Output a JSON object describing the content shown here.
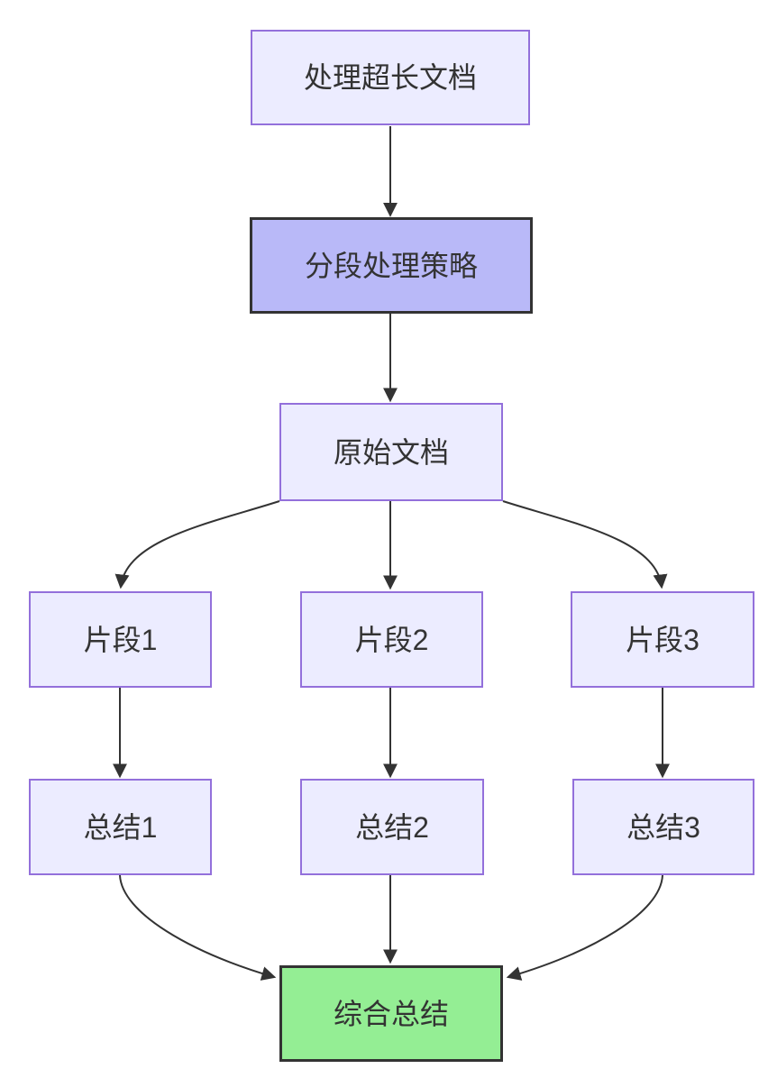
{
  "diagram": {
    "type": "flowchart",
    "direction": "top-down",
    "nodes": [
      {
        "id": "A",
        "label": "处理超长文档",
        "style": "default"
      },
      {
        "id": "B",
        "label": "分段处理策略",
        "style": "highlight"
      },
      {
        "id": "C",
        "label": "原始文档",
        "style": "default"
      },
      {
        "id": "D1",
        "label": "片段1",
        "style": "default"
      },
      {
        "id": "D2",
        "label": "片段2",
        "style": "default"
      },
      {
        "id": "D3",
        "label": "片段3",
        "style": "default"
      },
      {
        "id": "S1",
        "label": "总结1",
        "style": "default"
      },
      {
        "id": "S2",
        "label": "总结2",
        "style": "default"
      },
      {
        "id": "S3",
        "label": "总结3",
        "style": "default"
      },
      {
        "id": "F",
        "label": "综合总结",
        "style": "success"
      }
    ],
    "edges": [
      {
        "from": "A",
        "to": "B"
      },
      {
        "from": "B",
        "to": "C"
      },
      {
        "from": "C",
        "to": "D1"
      },
      {
        "from": "C",
        "to": "D2"
      },
      {
        "from": "C",
        "to": "D3"
      },
      {
        "from": "D1",
        "to": "S1"
      },
      {
        "from": "D2",
        "to": "S2"
      },
      {
        "from": "D3",
        "to": "S3"
      },
      {
        "from": "S1",
        "to": "F"
      },
      {
        "from": "S2",
        "to": "F"
      },
      {
        "from": "S3",
        "to": "F"
      }
    ]
  },
  "colors": {
    "node_fill": "#ececff",
    "node_border": "#9370db",
    "highlight_fill": "#b9b9f8",
    "highlight_border": "#333333",
    "success_fill": "#94ee94",
    "success_border": "#333333",
    "edge_line": "#333333",
    "text": "#333333",
    "background": "#ffffff"
  }
}
